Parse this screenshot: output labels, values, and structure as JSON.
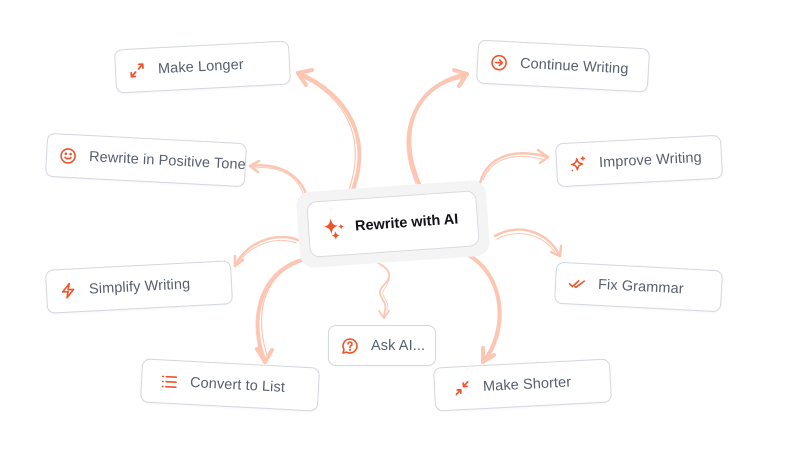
{
  "diagram": {
    "center": {
      "label": "Rewrite with AI",
      "icon": "sparkles-icon"
    },
    "actions": [
      {
        "id": "make-longer",
        "label": "Make Longer",
        "icon": "expand-arrows-icon"
      },
      {
        "id": "continue-writing",
        "label": "Continue Writing",
        "icon": "circle-arrow-right-icon"
      },
      {
        "id": "rewrite-positive-tone",
        "label": "Rewrite in Positive Tone",
        "icon": "smiley-icon"
      },
      {
        "id": "improve-writing",
        "label": "Improve Writing",
        "icon": "sparkle-icon"
      },
      {
        "id": "simplify-writing",
        "label": "Simplify Writing",
        "icon": "lightning-icon"
      },
      {
        "id": "fix-grammar",
        "label": "Fix Grammar",
        "icon": "double-check-icon"
      },
      {
        "id": "ask-ai",
        "label": "Ask AI...",
        "icon": "question-bubble-icon"
      },
      {
        "id": "convert-to-list",
        "label": "Convert to List",
        "icon": "list-icon"
      },
      {
        "id": "make-shorter",
        "label": "Make Shorter",
        "icon": "collapse-arrows-icon"
      }
    ]
  },
  "colors": {
    "accent": "#f0532a",
    "arrow": "#fcc6b3",
    "card_border": "#d3d7de",
    "card_text": "#56606e",
    "center_text": "#111317",
    "center_halo": "#f4f4f5"
  }
}
